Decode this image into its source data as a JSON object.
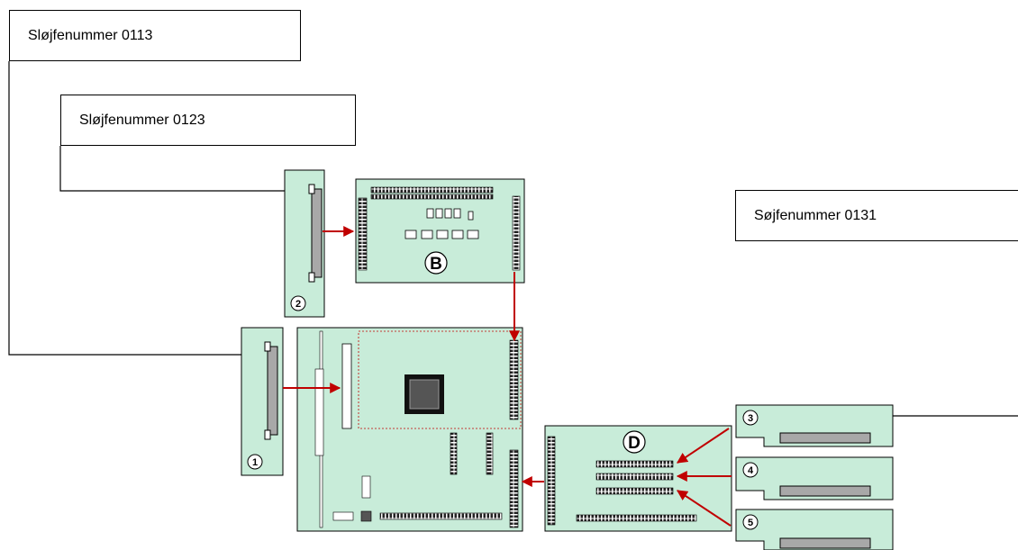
{
  "labels": {
    "loop_0113": "Sløjfenummer  0113",
    "loop_0123": "Sløjfenummer  0123",
    "loop_0131": "Søjfenummer  0131"
  },
  "boards": {
    "board_b": "B",
    "board_d": "D",
    "module_1": "1",
    "module_2": "2",
    "module_3": "3",
    "module_4": "4",
    "module_5": "5"
  },
  "colors": {
    "board_fill": "#c8ecd9",
    "arrow": "#c00000",
    "connector": "#a8a8a8"
  }
}
